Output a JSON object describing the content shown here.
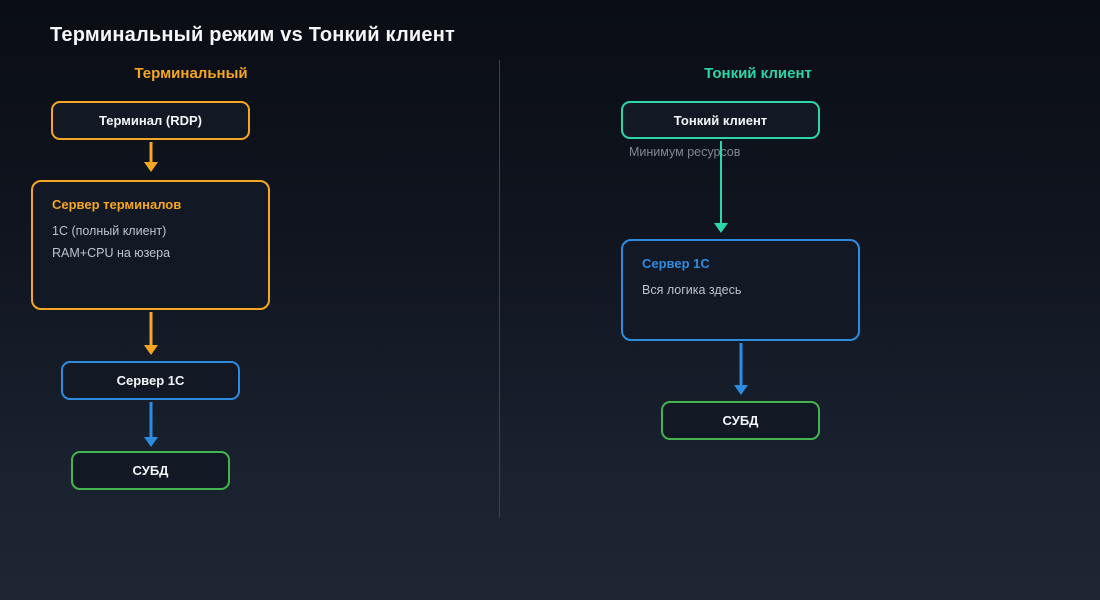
{
  "title": "Терминальный режим vs Тонкий клиент",
  "colors": {
    "background_top": "#0a0d14",
    "background_bottom": "#1e2634",
    "orange": "#f5a623",
    "teal": "#2dd6a6",
    "blue": "#2e8ce0",
    "green": "#44b54e",
    "muted_text": "#bcc4cd",
    "caption_text": "#7e8893"
  },
  "left": {
    "header": "Терминальный",
    "terminal": {
      "label": "Терминал (RDP)"
    },
    "server_terminals": {
      "title": "Сервер терминалов",
      "line1": "1С (полный клиент)",
      "line2": "RAM+CPU на юзера"
    },
    "server_1c": {
      "label": "Сервер 1С"
    },
    "subd": {
      "label": "СУБД"
    }
  },
  "right": {
    "header": "Тонкий клиент",
    "thin_client": {
      "label": "Тонкий клиент",
      "caption": "Минимум ресурсов"
    },
    "server_1c": {
      "title": "Сервер 1С",
      "line1": "Вся логика здесь"
    },
    "subd": {
      "label": "СУБД"
    }
  }
}
